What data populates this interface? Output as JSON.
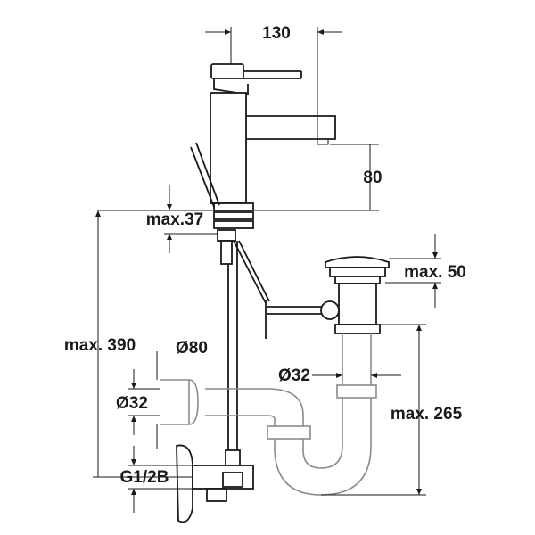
{
  "dimensions": {
    "spout_reach": "130",
    "spout_height": "80",
    "max_deck_thickness": "max.37",
    "max_waste_height": "max. 50",
    "max_total_height": "max. 390",
    "wall_flange_diameter": "Ø80",
    "trap_outlet_diameter": "Ø32",
    "waste_tube_diameter": "Ø32",
    "max_trap_depth": "max. 265",
    "connection_thread": "G1/2B"
  }
}
